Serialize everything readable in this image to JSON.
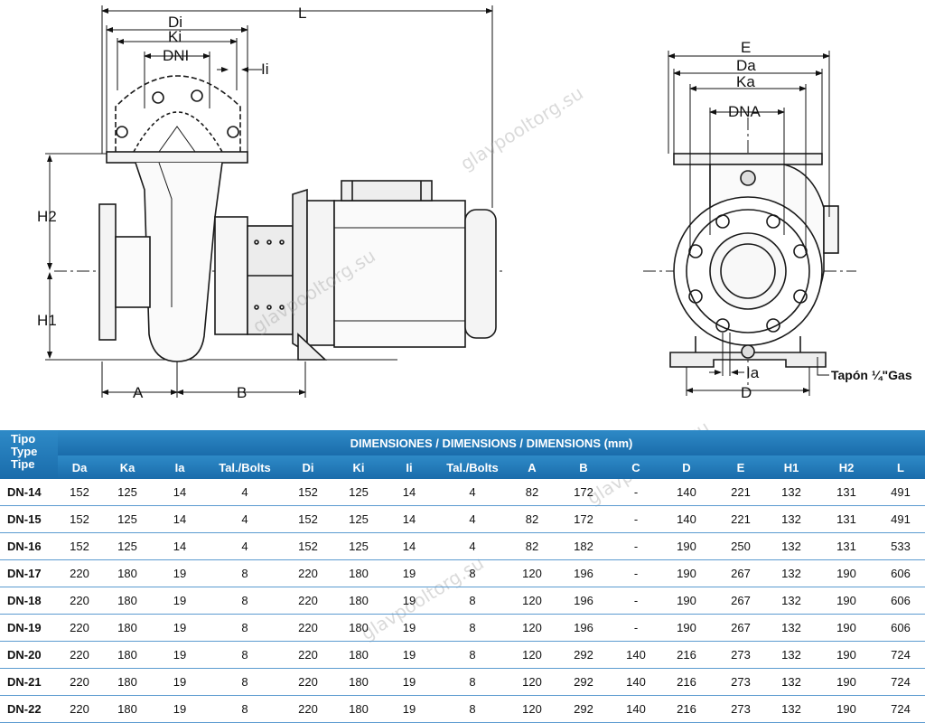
{
  "drawing": {
    "labels": {
      "L": "L",
      "Di": "Di",
      "Ki": "Ki",
      "DNI": "DNI",
      "Ii": "Ii",
      "H2": "H2",
      "H1": "H1",
      "A": "A",
      "B": "B",
      "E": "E",
      "Da": "Da",
      "Ka": "Ka",
      "DNA": "DNA",
      "Ia": "Ia",
      "D": "D",
      "plug": "Tapón ¼\"Gas"
    },
    "watermark": "glavpooltorg.su"
  },
  "table": {
    "tipo_header": [
      "Tipo",
      "Type",
      "Tipe"
    ],
    "group_header": "DIMENSIONES / DIMENSIONS / DIMENSIONS (mm)",
    "columns": [
      "Da",
      "Ka",
      "Ia",
      "Tal./Bolts",
      "Di",
      "Ki",
      "Ii",
      "Tal./Bolts",
      "A",
      "B",
      "C",
      "D",
      "E",
      "H1",
      "H2",
      "L"
    ],
    "rows": [
      {
        "model": "DN-14",
        "values": [
          "152",
          "125",
          "14",
          "4",
          "152",
          "125",
          "14",
          "4",
          "82",
          "172",
          "-",
          "140",
          "221",
          "132",
          "131",
          "491"
        ]
      },
      {
        "model": "DN-15",
        "values": [
          "152",
          "125",
          "14",
          "4",
          "152",
          "125",
          "14",
          "4",
          "82",
          "172",
          "-",
          "140",
          "221",
          "132",
          "131",
          "491"
        ]
      },
      {
        "model": "DN-16",
        "values": [
          "152",
          "125",
          "14",
          "4",
          "152",
          "125",
          "14",
          "4",
          "82",
          "182",
          "-",
          "190",
          "250",
          "132",
          "131",
          "533"
        ]
      },
      {
        "model": "DN-17",
        "values": [
          "220",
          "180",
          "19",
          "8",
          "220",
          "180",
          "19",
          "8",
          "120",
          "196",
          "-",
          "190",
          "267",
          "132",
          "190",
          "606"
        ]
      },
      {
        "model": "DN-18",
        "values": [
          "220",
          "180",
          "19",
          "8",
          "220",
          "180",
          "19",
          "8",
          "120",
          "196",
          "-",
          "190",
          "267",
          "132",
          "190",
          "606"
        ]
      },
      {
        "model": "DN-19",
        "values": [
          "220",
          "180",
          "19",
          "8",
          "220",
          "180",
          "19",
          "8",
          "120",
          "196",
          "-",
          "190",
          "267",
          "132",
          "190",
          "606"
        ]
      },
      {
        "model": "DN-20",
        "values": [
          "220",
          "180",
          "19",
          "8",
          "220",
          "180",
          "19",
          "8",
          "120",
          "292",
          "140",
          "216",
          "273",
          "132",
          "190",
          "724"
        ]
      },
      {
        "model": "DN-21",
        "values": [
          "220",
          "180",
          "19",
          "8",
          "220",
          "180",
          "19",
          "8",
          "120",
          "292",
          "140",
          "216",
          "273",
          "132",
          "190",
          "724"
        ]
      },
      {
        "model": "DN-22",
        "values": [
          "220",
          "180",
          "19",
          "8",
          "220",
          "180",
          "19",
          "8",
          "120",
          "292",
          "140",
          "216",
          "273",
          "132",
          "190",
          "724"
        ]
      }
    ]
  }
}
